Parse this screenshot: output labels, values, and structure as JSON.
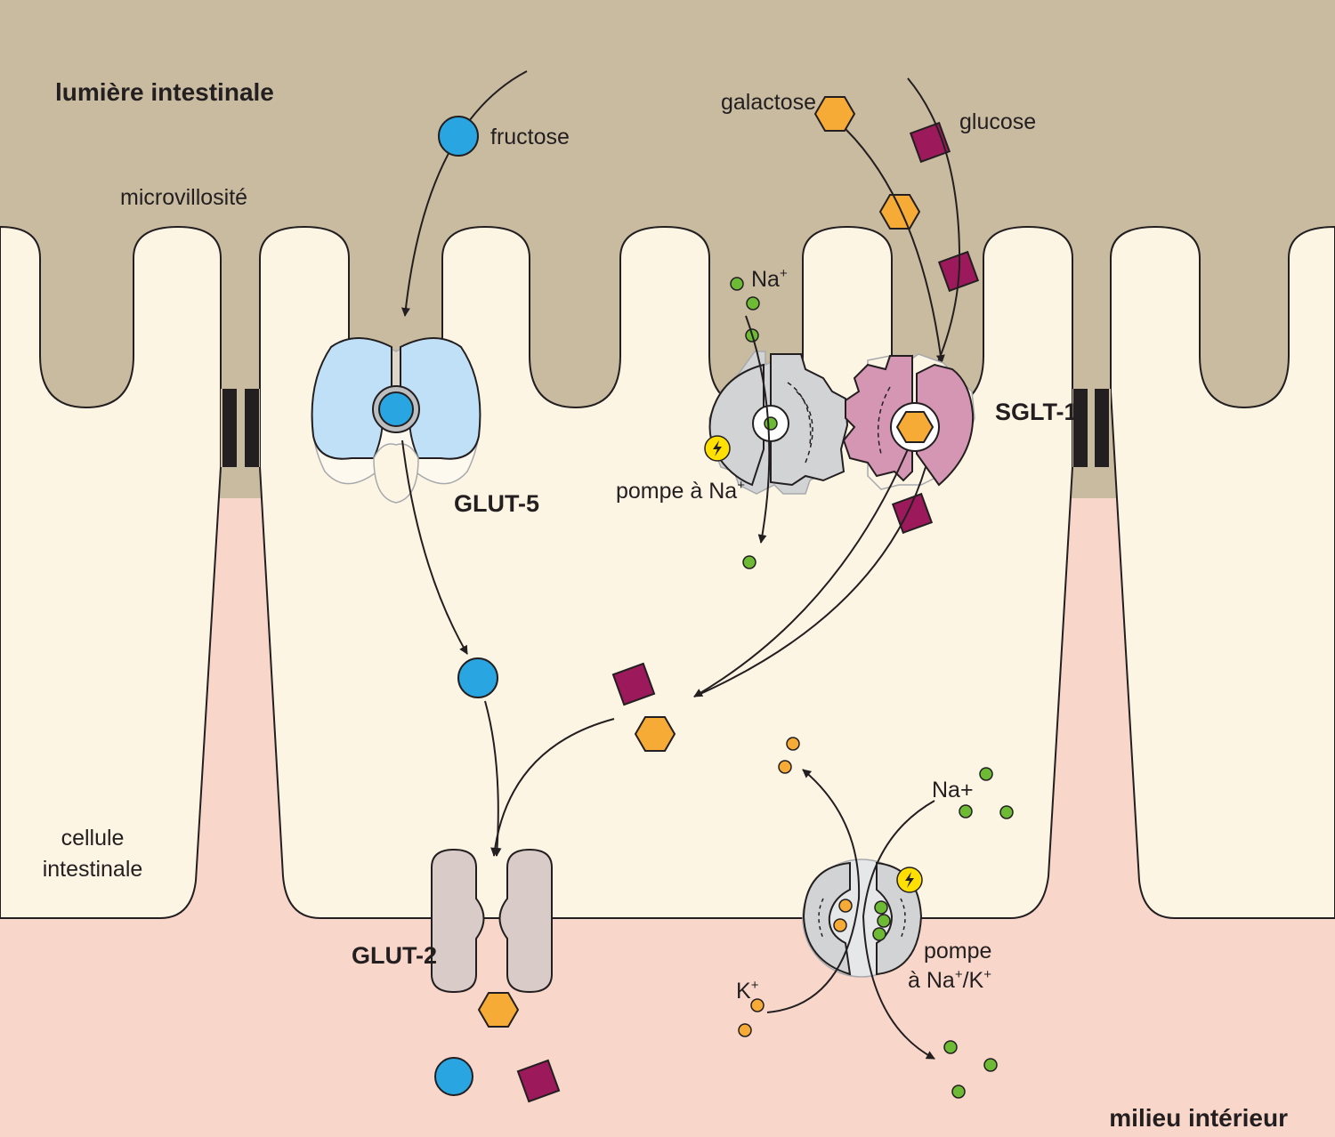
{
  "labels": {
    "lumen": "lumière intestinale",
    "microvillus": "microvillosité",
    "cell": [
      "cellule",
      "intestinale"
    ],
    "interior": "milieu intérieur",
    "fructose": "fructose",
    "galactose": "galactose",
    "glucose": "glucose",
    "glut5": "GLUT-5",
    "glut2": "GLUT-2",
    "sglt1": "SGLT-1",
    "na_top": "Na",
    "na_top_sup": "+",
    "na_pump": "pompe à Na",
    "na_pump_sup": "+",
    "na_plus": "Na+",
    "k_plus": "K",
    "k_plus_sup": "+",
    "nak_pump_line1": "pompe",
    "nak_pump_line2_a": "à Na",
    "nak_pump_line2_sup1": "+",
    "nak_pump_line2_b": "/K",
    "nak_pump_line2_sup2": "+"
  },
  "colors": {
    "lumen": "#c9bba0",
    "cell": "#fdf5e4",
    "interior": "#f8d6ca",
    "fructose": "#29a6e1",
    "galactose": "#f5ab35",
    "glucose": "#9c1a5b",
    "sodium": "#6dbb35",
    "potassium": "#f5ab35",
    "energy": "#ffe000",
    "glut5": "#bfe0f6",
    "glut2": "#d9ccc8",
    "sglt1": "#d596b4",
    "pump": "#d1d3d4",
    "junction": "#231f20"
  },
  "icons": {
    "energy": "lightning-bolt-icon"
  }
}
